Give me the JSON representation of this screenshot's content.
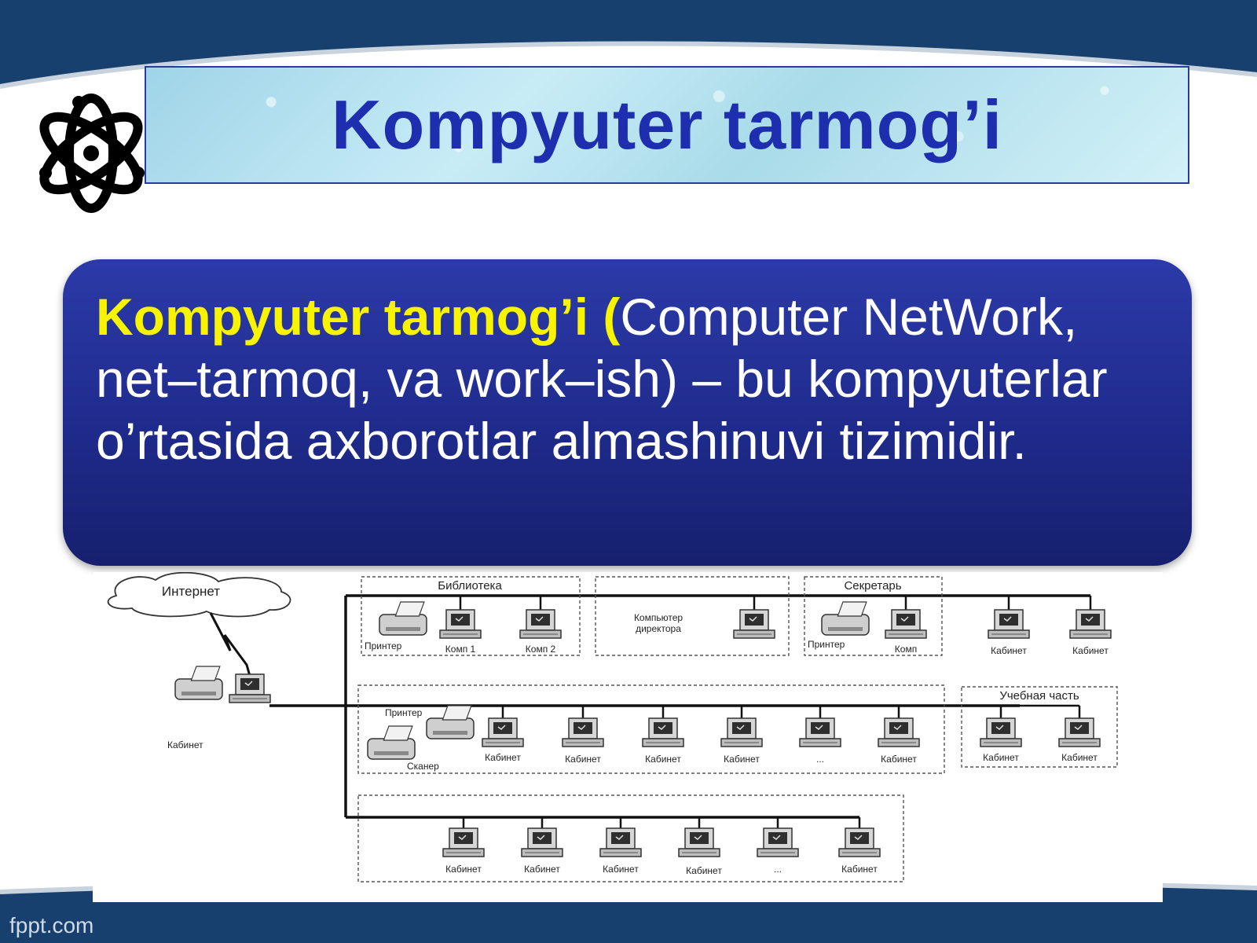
{
  "slide": {
    "title": "Kompyuter tarmog’i",
    "definition": {
      "highlight": "Kompyuter tarmog’i (",
      "text": "Computer NetWork,  net–tarmoq, va work–ish) – bu kompyuterlar o’rtasida axborotlar almashinuvi tizimidir."
    },
    "footer": "fppt.com"
  },
  "diagram": {
    "internet": "Интернет",
    "groups": {
      "library": "Библиотека",
      "secretary": "Секретарь",
      "study": "Учебная часть"
    },
    "director": [
      "Компьютер",
      "директора"
    ],
    "labels": {
      "printer": "Принтер",
      "comp1": "Комп 1",
      "comp2": "Комп 2",
      "comp": "Комп",
      "cabinet": "Кабинет",
      "scanner": "Сканер",
      "ellipsis": "..."
    }
  },
  "colors": {
    "title": "#1d2fae",
    "highlight": "#f8f400",
    "box": "#1f2b8c",
    "background": "#17406e"
  }
}
